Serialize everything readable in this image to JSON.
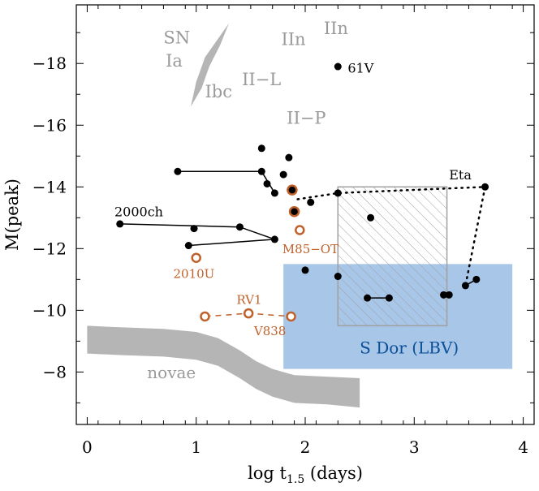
{
  "chart_data": {
    "type": "scatter",
    "xlabel_main": "log t",
    "xlabel_sub": "1.5",
    "xlabel_tail": " (days)",
    "ylabel": "M(peak)",
    "xlim": [
      -0.1,
      4.1
    ],
    "ylim": [
      -6.3,
      -19.9
    ],
    "y_axis_inverted": true,
    "x_ticks": [
      0,
      1,
      2,
      3,
      4
    ],
    "x_tick_labels": [
      "0",
      "1",
      "2",
      "3",
      "4"
    ],
    "y_ticks": [
      -8,
      -10,
      -12,
      -14,
      -16,
      -18
    ],
    "y_tick_labels": [
      "−8",
      "−10",
      "−12",
      "−14",
      "−16",
      "−18"
    ],
    "grid": false,
    "colors": {
      "black": "#000000",
      "orange": "#c0602a",
      "gray_label": "#9a9a9a",
      "gray_band": "#b5b5b5",
      "blue_region": "#a7c6e8",
      "blue_text": "#0a4f97",
      "hatch_gray": "#a0a0a0"
    },
    "regions": [
      {
        "name": "S Dor (LBV)",
        "kind": "rectangle",
        "x": [
          1.8,
          3.9
        ],
        "y": [
          -8.1,
          -11.5
        ],
        "color": "blue_region"
      },
      {
        "name": "",
        "kind": "hatched_rectangle",
        "x": [
          2.3,
          3.3
        ],
        "y": [
          -9.5,
          -14.0
        ],
        "color": "hatch_gray"
      }
    ],
    "bands": [
      {
        "name": "novae",
        "kind": "band",
        "upper": [
          [
            0,
            -9.5
          ],
          [
            0.3,
            -9.45
          ],
          [
            0.7,
            -9.4
          ],
          [
            1.0,
            -9.3
          ],
          [
            1.2,
            -9.1
          ],
          [
            1.4,
            -8.7
          ],
          [
            1.55,
            -8.35
          ],
          [
            1.7,
            -8.1
          ],
          [
            1.9,
            -7.9
          ],
          [
            2.2,
            -7.85
          ],
          [
            2.5,
            -7.8
          ]
        ],
        "lower": [
          [
            0,
            -8.6
          ],
          [
            0.3,
            -8.55
          ],
          [
            0.7,
            -8.5
          ],
          [
            1.0,
            -8.4
          ],
          [
            1.2,
            -8.2
          ],
          [
            1.4,
            -7.8
          ],
          [
            1.55,
            -7.45
          ],
          [
            1.7,
            -7.2
          ],
          [
            1.9,
            -7.0
          ],
          [
            2.2,
            -6.95
          ],
          [
            2.5,
            -6.85
          ]
        ]
      },
      {
        "name": "SN Ia",
        "kind": "band",
        "upper": [
          [
            0.95,
            -16.6
          ],
          [
            1.0,
            -17.4
          ],
          [
            1.08,
            -18.2
          ],
          [
            1.2,
            -18.8
          ],
          [
            1.3,
            -19.3
          ]
        ],
        "lower": [
          [
            1.3,
            -19.3
          ],
          [
            1.22,
            -18.6
          ],
          [
            1.12,
            -17.9
          ],
          [
            1.05,
            -17.2
          ],
          [
            0.95,
            -16.6
          ]
        ]
      }
    ],
    "black_points": [
      {
        "x": 0.83,
        "y": -14.5
      },
      {
        "x": 1.6,
        "y": -14.5
      },
      {
        "x": 1.6,
        "y": -15.25
      },
      {
        "x": 1.85,
        "y": -14.95
      },
      {
        "x": 1.8,
        "y": -14.4
      },
      {
        "x": 1.65,
        "y": -14.1
      },
      {
        "x": 1.72,
        "y": -13.8
      },
      {
        "x": 2.3,
        "y": -17.9
      },
      {
        "x": 0.3,
        "y": -12.8
      },
      {
        "x": 0.98,
        "y": -12.65
      },
      {
        "x": 1.4,
        "y": -12.7
      },
      {
        "x": 0.93,
        "y": -12.1
      },
      {
        "x": 1.72,
        "y": -12.3
      },
      {
        "x": 2.05,
        "y": -13.5
      },
      {
        "x": 2.3,
        "y": -13.8
      },
      {
        "x": 2.6,
        "y": -13.0
      },
      {
        "x": 2.0,
        "y": -11.3
      },
      {
        "x": 2.3,
        "y": -11.1
      },
      {
        "x": 2.57,
        "y": -10.4
      },
      {
        "x": 2.77,
        "y": -10.4
      },
      {
        "x": 3.27,
        "y": -10.5
      },
      {
        "x": 3.32,
        "y": -10.5
      },
      {
        "x": 3.47,
        "y": -10.8
      },
      {
        "x": 3.57,
        "y": -11.0
      },
      {
        "x": 3.65,
        "y": -14.0
      }
    ],
    "orange_ring_black_points": [
      {
        "x": 1.88,
        "y": -13.9
      },
      {
        "x": 1.9,
        "y": -13.2
      }
    ],
    "orange_open_points": [
      {
        "x": 1.95,
        "y": -12.6
      },
      {
        "x": 1.0,
        "y": -11.7
      },
      {
        "x": 1.08,
        "y": -9.8
      },
      {
        "x": 1.48,
        "y": -9.9
      },
      {
        "x": 1.87,
        "y": -9.8
      }
    ],
    "solid_lines": [
      [
        [
          0.83,
          -14.5
        ],
        [
          1.6,
          -14.5
        ],
        [
          1.72,
          -13.8
        ]
      ],
      [
        [
          0.3,
          -12.8
        ],
        [
          1.4,
          -12.7
        ],
        [
          1.72,
          -12.3
        ],
        [
          0.93,
          -12.1
        ]
      ],
      [
        [
          2.57,
          -10.4
        ],
        [
          2.77,
          -10.4
        ]
      ],
      [
        [
          3.27,
          -10.5
        ],
        [
          3.32,
          -10.5
        ]
      ],
      [
        [
          3.47,
          -10.8
        ],
        [
          3.57,
          -11.0
        ]
      ]
    ],
    "dotted_lines": [
      [
        [
          1.93,
          -13.6
        ],
        [
          2.3,
          -13.8
        ],
        [
          3.65,
          -14.0
        ],
        [
          3.47,
          -10.8
        ]
      ]
    ],
    "dashed_lines": [
      [
        [
          1.08,
          -9.8
        ],
        [
          1.48,
          -9.9
        ],
        [
          1.87,
          -9.8
        ]
      ]
    ],
    "annotations": {
      "sn_ia_line1": "SN",
      "sn_ia_line2": "Ia",
      "ibc": "Ibc",
      "iil": "II−L",
      "iin_1": "IIn",
      "iin_2": "IIn",
      "iip": "II−P",
      "v61": "61V",
      "eta": "Eta",
      "ch2000": "2000ch",
      "m85": "M85−OT",
      "u2010": "2010U",
      "rv1": "RV1",
      "v838": "V838",
      "sdor": "S Dor (LBV)",
      "novae": "novae"
    }
  }
}
